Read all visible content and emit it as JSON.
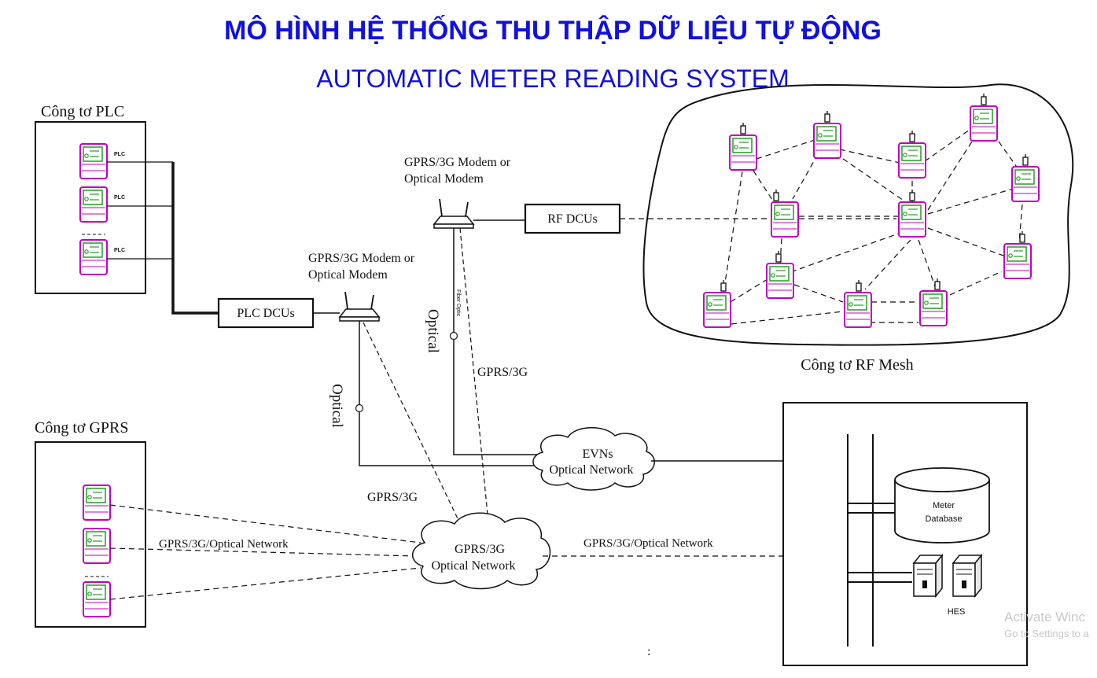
{
  "title": "MÔ HÌNH HỆ THỐNG THU THẬP DỮ LIỆU TỰ ĐỘNG",
  "subtitle": "AUTOMATIC METER READING SYSTEM",
  "groups": {
    "plc": "Công tơ PLC",
    "gprs": "Công tơ GPRS",
    "rf": "Công tơ RF Mesh"
  },
  "meter_tag": "PLC",
  "devices": {
    "plc_dcu": "PLC DCUs",
    "rf_dcu": "RF DCUs",
    "modem_label_line1": "GPRS/3G Modem or",
    "modem_label_line2": "Optical Modem"
  },
  "links": {
    "optical": "Optical",
    "gprs3g": "GPRS/3G",
    "fiber_small": "Fiber Optic",
    "gprs_optical_network": "GPRS/3G/Optical Network"
  },
  "clouds": {
    "evn_line1": "EVNs",
    "evn_line2": "Optical Network",
    "gprs_line1": "GPRS/3G",
    "gprs_line2": "Optical Network"
  },
  "server": {
    "database_line1": "Meter",
    "database_line2": "Database",
    "hes": "HES"
  },
  "footer_mark": ":",
  "watermark": {
    "line1": "Activate Winc",
    "line2": "Go to Settings to a"
  },
  "colors": {
    "title": "#1010e0",
    "meter_outline": "#c000c0",
    "meter_screen": "#20a020",
    "line": "#111111"
  }
}
